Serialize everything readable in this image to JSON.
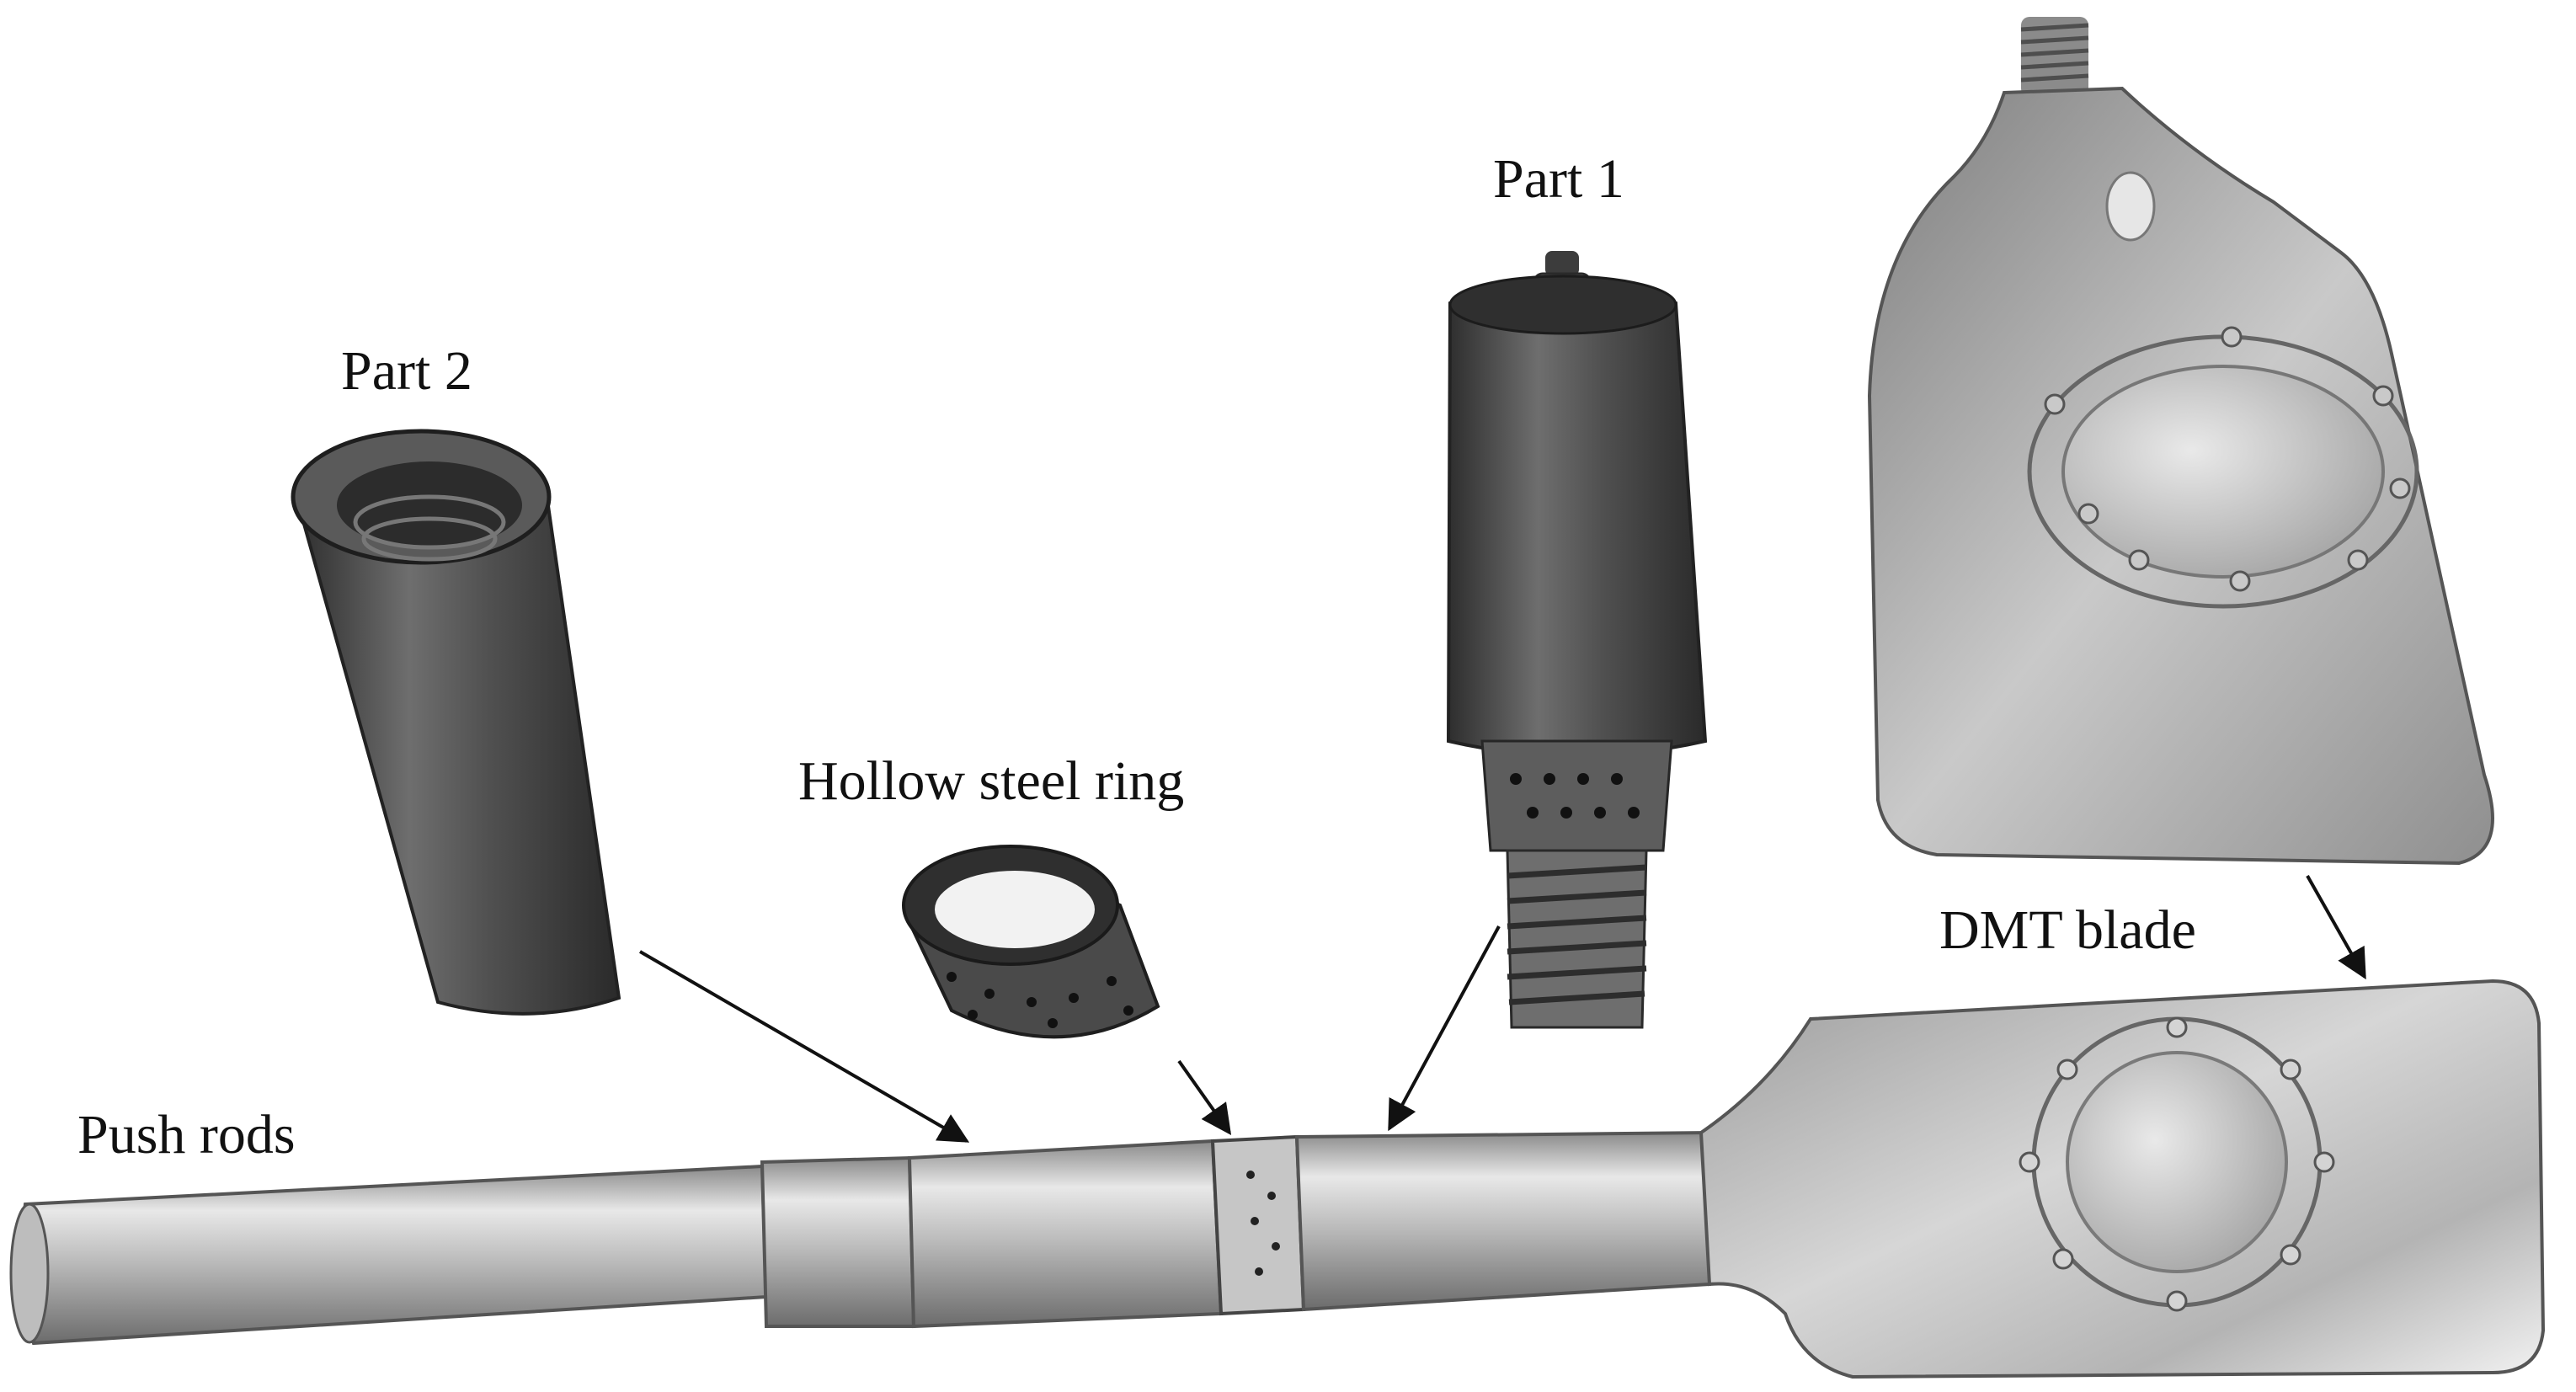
{
  "labels": {
    "part1": "Part 1",
    "part2": "Part 2",
    "hollow_ring": "Hollow steel ring",
    "dmt_blade": "DMT blade",
    "push_rods": "Push rods"
  },
  "colors": {
    "background": "#ffffff",
    "text": "#111111",
    "arrow": "#111111",
    "steel_light": "#e2e2e2",
    "steel_mid": "#a9a9a9",
    "steel_dark": "#4a4a4a",
    "dark_metal": "#3a3a3a"
  }
}
